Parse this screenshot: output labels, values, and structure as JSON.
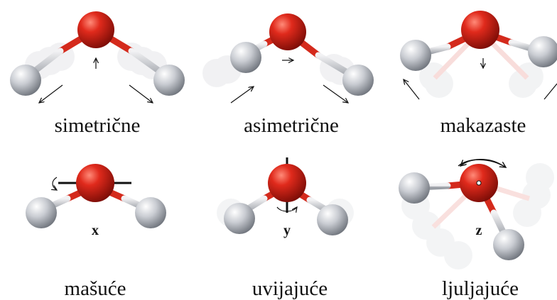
{
  "modes": [
    {
      "id": "symmetric-stretch",
      "label": "simetrične",
      "axis": ""
    },
    {
      "id": "asymmetric-stretch",
      "label": "asimetrične",
      "axis": ""
    },
    {
      "id": "scissoring",
      "label": "makazaste",
      "axis": ""
    },
    {
      "id": "wagging",
      "label": "mašuće",
      "axis": "x"
    },
    {
      "id": "twisting",
      "label": "uvijajuće",
      "axis": "y"
    },
    {
      "id": "rocking",
      "label": "ljuljajuće",
      "axis": "z"
    }
  ],
  "colors": {
    "oxygen": "#cc1f14",
    "oxygen_highlight": "#ff7a6a",
    "hydrogen": "#c9ccd2",
    "hydrogen_highlight": "#ffffff",
    "bond_red": "#d42a1c",
    "bond_gray": "#d9dadd",
    "ghost": "#c8cbd0",
    "ink": "#111111"
  }
}
